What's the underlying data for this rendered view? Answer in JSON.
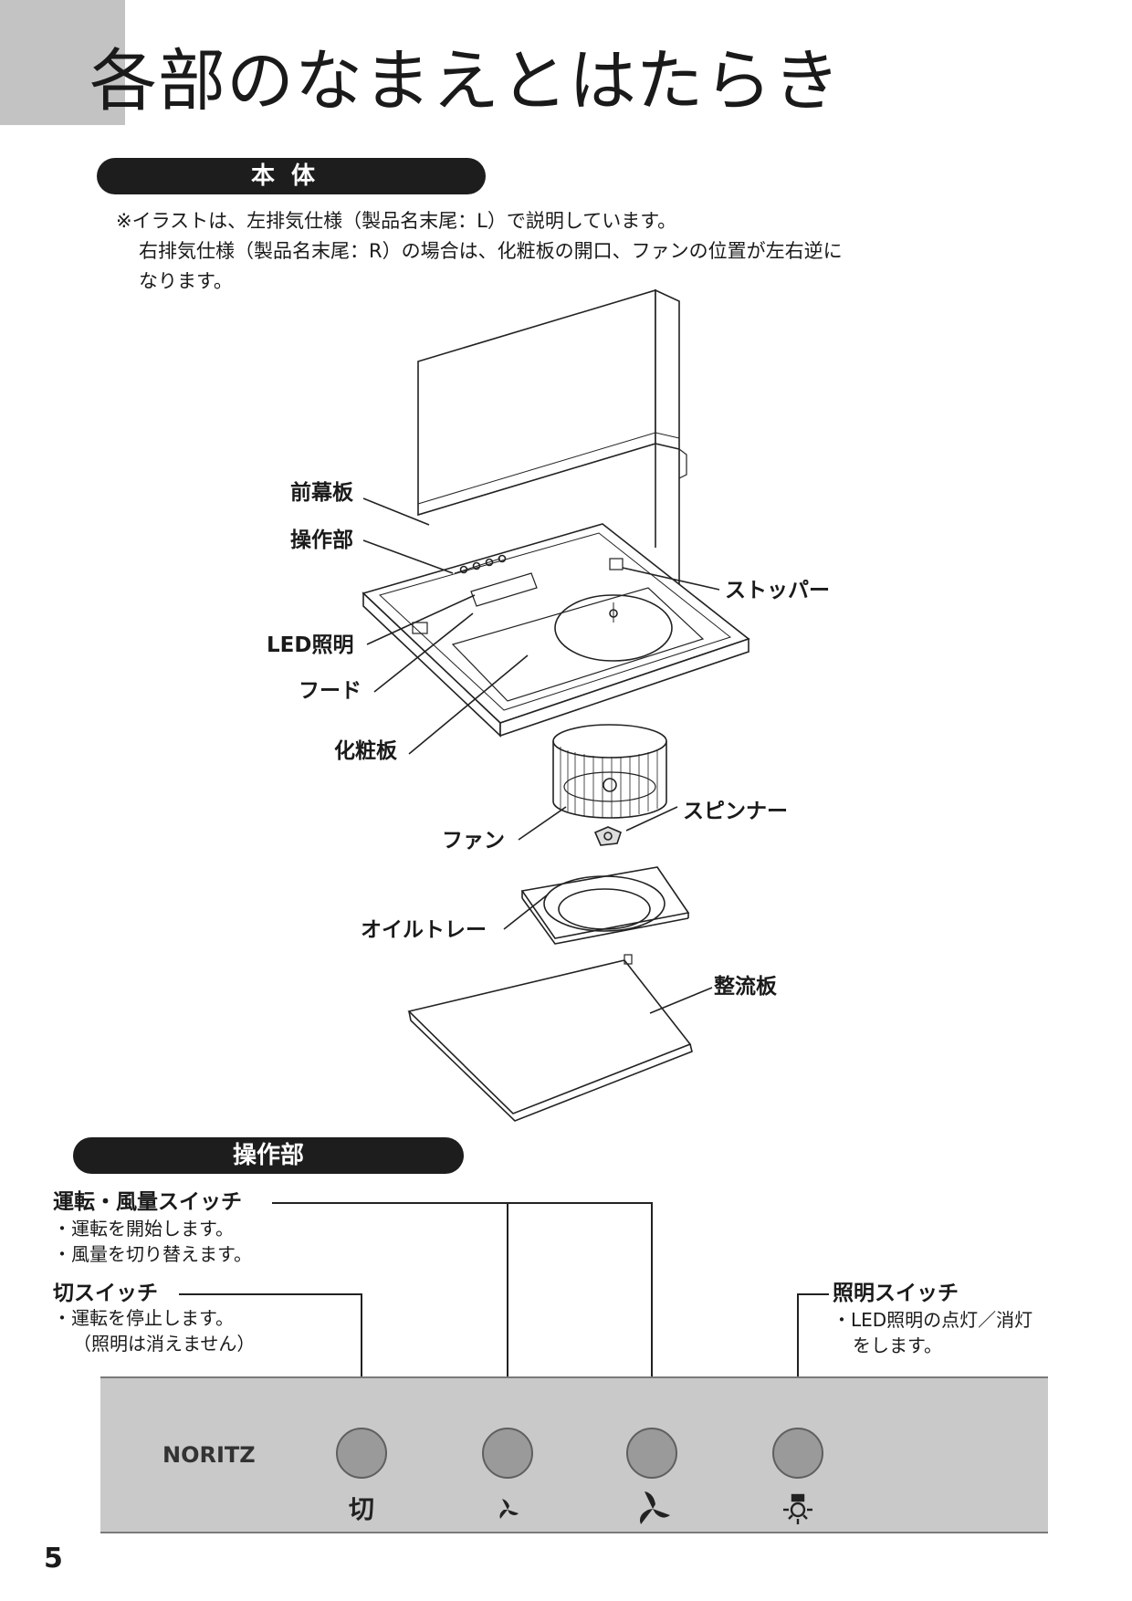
{
  "page": {
    "title": "各部のなまえとはたらき",
    "number": "5"
  },
  "body_section": {
    "heading": "本体",
    "note_lines": [
      "※イラストは、左排気仕様（製品名末尾：L）で説明しています。",
      "右排気仕様（製品名末尾：R）の場合は、化粧板の開口、ファンの位置が左右逆に",
      "なります。"
    ],
    "parts": {
      "front_panel": "前幕板",
      "control_unit": "操作部",
      "led_light": "LED照明",
      "hood": "フード",
      "decorative_panel": "化粧板",
      "stopper": "ストッパー",
      "fan": "ファン",
      "spinner": "スピンナー",
      "oil_tray": "オイルトレー",
      "rectifier_plate": "整流板"
    }
  },
  "ops_section": {
    "heading": "操作部",
    "run_switch": {
      "title": "運転・風量スイッチ",
      "desc": [
        "・運転を開始します。",
        "・風量を切り替えます。"
      ]
    },
    "off_switch": {
      "title": "切スイッチ",
      "desc": [
        "・運転を停止します。",
        "（照明は消えません）"
      ]
    },
    "light_switch": {
      "title": "照明スイッチ",
      "desc": [
        "・LED照明の点灯／消灯",
        "をします。"
      ]
    },
    "panel": {
      "brand": "NORITZ",
      "off_label": "切",
      "buttons": [
        "off-button",
        "fan-low-button",
        "fan-high-button",
        "light-button"
      ],
      "icons": [
        "fan-small-icon",
        "fan-large-icon",
        "light-icon"
      ]
    }
  }
}
